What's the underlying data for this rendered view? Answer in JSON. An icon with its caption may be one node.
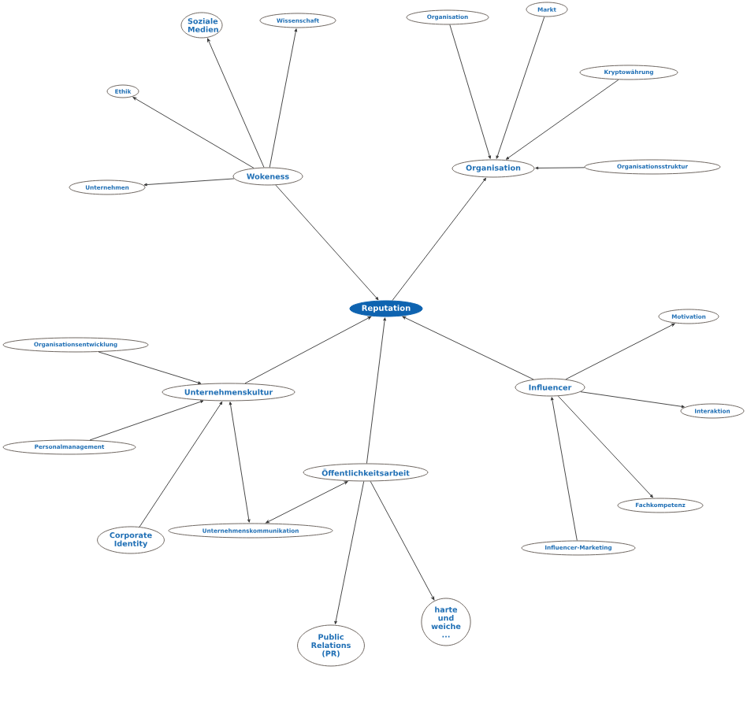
{
  "diagram": {
    "nodes": [
      {
        "text": [
          "Reputation"
        ]
      },
      {
        "text": [
          "Wokeness"
        ]
      },
      {
        "text": [
          "Soziale Medien"
        ]
      },
      {
        "text": [
          "Wissenschaft"
        ]
      },
      {
        "text": [
          "Ethik"
        ]
      },
      {
        "text": [
          "Unternehmen"
        ]
      },
      {
        "text": [
          "Organisation"
        ]
      },
      {
        "text": [
          "Markt"
        ]
      },
      {
        "text": [
          "Kryptowährung"
        ]
      },
      {
        "text": [
          "Organisation"
        ]
      },
      {
        "text": [
          "Organisationsstruktur"
        ]
      },
      {
        "text": [
          "Motivation"
        ]
      },
      {
        "text": [
          "Influencer"
        ]
      },
      {
        "text": [
          "Interaktion"
        ]
      },
      {
        "text": [
          "Fachkompetenz"
        ]
      },
      {
        "text": [
          "Influencer-Marketing"
        ]
      },
      {
        "text": [
          "Organisationsentwicklung"
        ]
      },
      {
        "text": [
          "Unternehmenskultur"
        ]
      },
      {
        "text": [
          "Personalmanagement"
        ]
      },
      {
        "text": [
          "Öffentlichkeitsarbeit"
        ]
      },
      {
        "text": [
          "Corporate Identity"
        ]
      },
      {
        "text": [
          "Unternehmenskommunikation"
        ]
      },
      {
        "text": [
          "Public Relations (PR)"
        ]
      },
      {
        "text": [
          "harte und weiche ..."
        ]
      }
    ],
    "edges": [
      {
        "from": 1,
        "to": 0,
        "arrow": "to"
      },
      {
        "from": 1,
        "to": 2,
        "arrow": "to"
      },
      {
        "from": 1,
        "to": 3,
        "arrow": "to"
      },
      {
        "from": 1,
        "to": 4,
        "arrow": "to"
      },
      {
        "from": 1,
        "to": 5,
        "arrow": "to"
      },
      {
        "from": 6,
        "to": 9,
        "arrow": "to"
      },
      {
        "from": 7,
        "to": 9,
        "arrow": "to"
      },
      {
        "from": 8,
        "to": 9,
        "arrow": "to"
      },
      {
        "from": 10,
        "to": 9,
        "arrow": "to"
      },
      {
        "from": 0,
        "to": 9,
        "arrow": "to"
      },
      {
        "from": 12,
        "to": 0,
        "arrow": "to"
      },
      {
        "from": 12,
        "to": 11,
        "arrow": "to"
      },
      {
        "from": 12,
        "to": 13,
        "arrow": "to"
      },
      {
        "from": 12,
        "to": 14,
        "arrow": "to"
      },
      {
        "from": 15,
        "to": 12,
        "arrow": "to"
      },
      {
        "from": 17,
        "to": 0,
        "arrow": "to"
      },
      {
        "from": 16,
        "to": 17,
        "arrow": "to"
      },
      {
        "from": 18,
        "to": 17,
        "arrow": "to"
      },
      {
        "from": 20,
        "to": 17,
        "arrow": "to"
      },
      {
        "from": 17,
        "to": 21,
        "arrow": "both"
      },
      {
        "from": 19,
        "to": 0,
        "arrow": "to"
      },
      {
        "from": 19,
        "to": 21,
        "arrow": "both"
      },
      {
        "from": 19,
        "to": 22,
        "arrow": "to"
      },
      {
        "from": 19,
        "to": 23,
        "arrow": "to"
      }
    ]
  }
}
